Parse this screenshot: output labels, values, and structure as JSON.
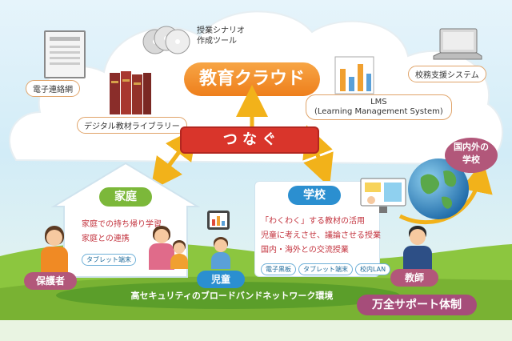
{
  "cloud": {
    "title": "教育クラウド",
    "services": {
      "authoring": "授業シナリオ\n作成ツール",
      "notice": "電子連絡網",
      "library": "デジタル教材ライブラリー",
      "lms_title": "LMS",
      "lms_sub": "(Learning Management System)",
      "admin": "校務支援システム"
    }
  },
  "connect": "つ な ぐ",
  "home": {
    "title": "家庭",
    "items": [
      "家庭での持ち帰り学習",
      "家庭との連携"
    ],
    "tags": [
      "タブレット端末"
    ]
  },
  "school": {
    "title": "学校",
    "items": [
      "「わくわく」する教材の活用",
      "児童に考えさせ、議論させる授業",
      "国内・海外との交流授業"
    ],
    "tags": [
      "電子黒板",
      "タブレット端末",
      "校内LAN"
    ]
  },
  "global": "国内外の\n学校",
  "roles": {
    "guardian": "保護者",
    "child": "児童",
    "teacher": "教師"
  },
  "network": "高セキュリティのブロードバンドネットワーク環境",
  "support": "万全サポート体制",
  "colors": {
    "orange": "#f08a24",
    "red": "#d9352b",
    "green": "#7cb83a",
    "blue": "#2b8fd0",
    "purple": "#b2577a"
  }
}
